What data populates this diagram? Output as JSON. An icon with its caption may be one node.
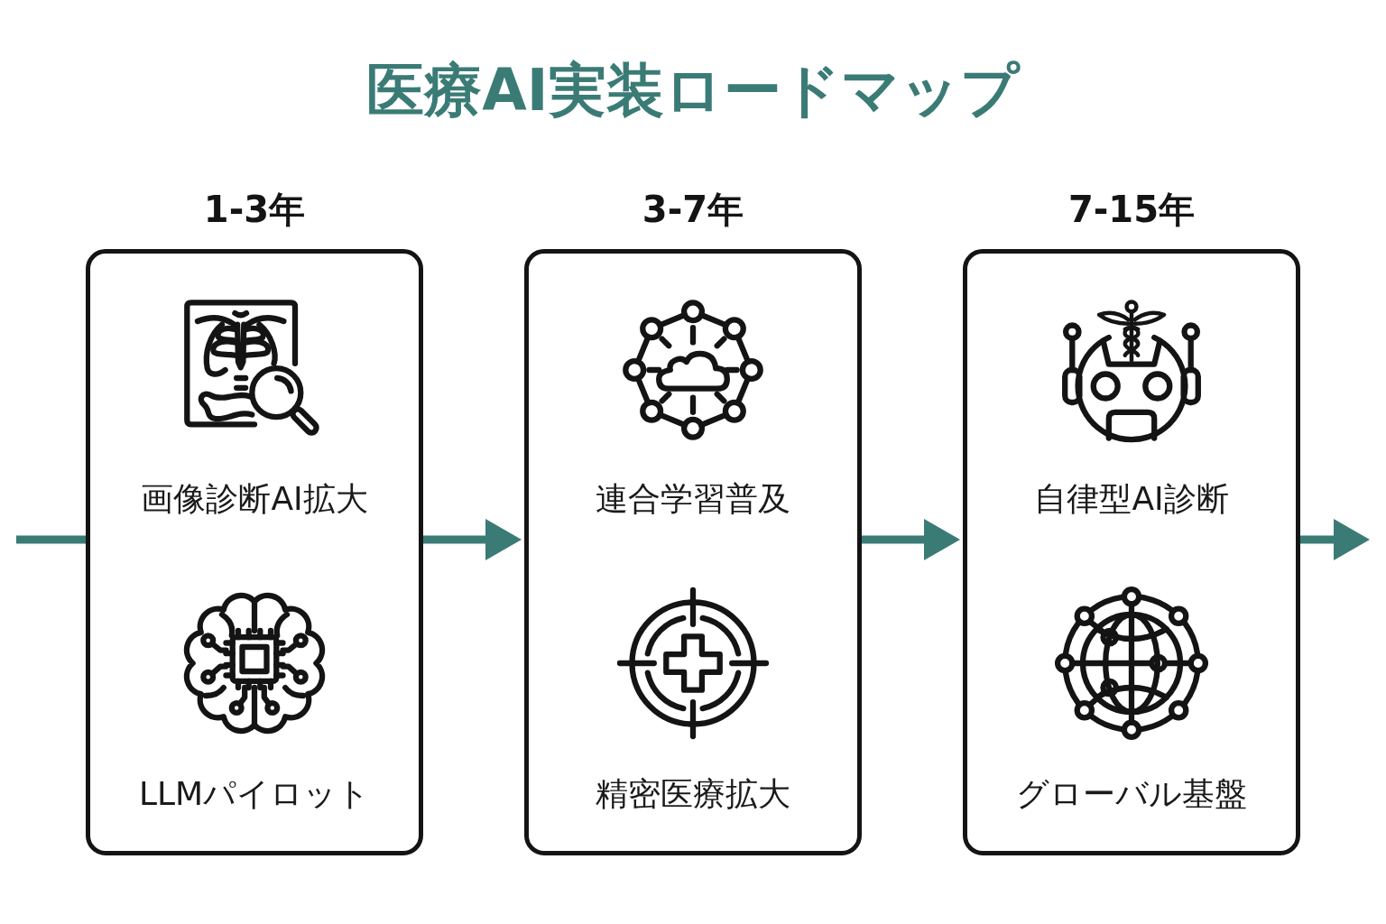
{
  "diagram": {
    "title": "医療AI実装ロードマップ",
    "nodes": [
      {
        "text": [
          "1-3年",
          "画像診断AI拡大",
          "LLMパイロット"
        ]
      },
      {
        "text": [
          "3-7年",
          "連合学習普及",
          "精密医療拡大"
        ]
      },
      {
        "text": [
          "7-15年",
          "自律型AI診断",
          "グローバル基盤"
        ]
      }
    ],
    "edges": [
      {
        "from": null,
        "to": 0,
        "arrow": "none"
      },
      {
        "from": 0,
        "to": 1,
        "arrow": "to"
      },
      {
        "from": 1,
        "to": 2,
        "arrow": "to"
      },
      {
        "from": 2,
        "to": null,
        "arrow": "to"
      }
    ]
  }
}
